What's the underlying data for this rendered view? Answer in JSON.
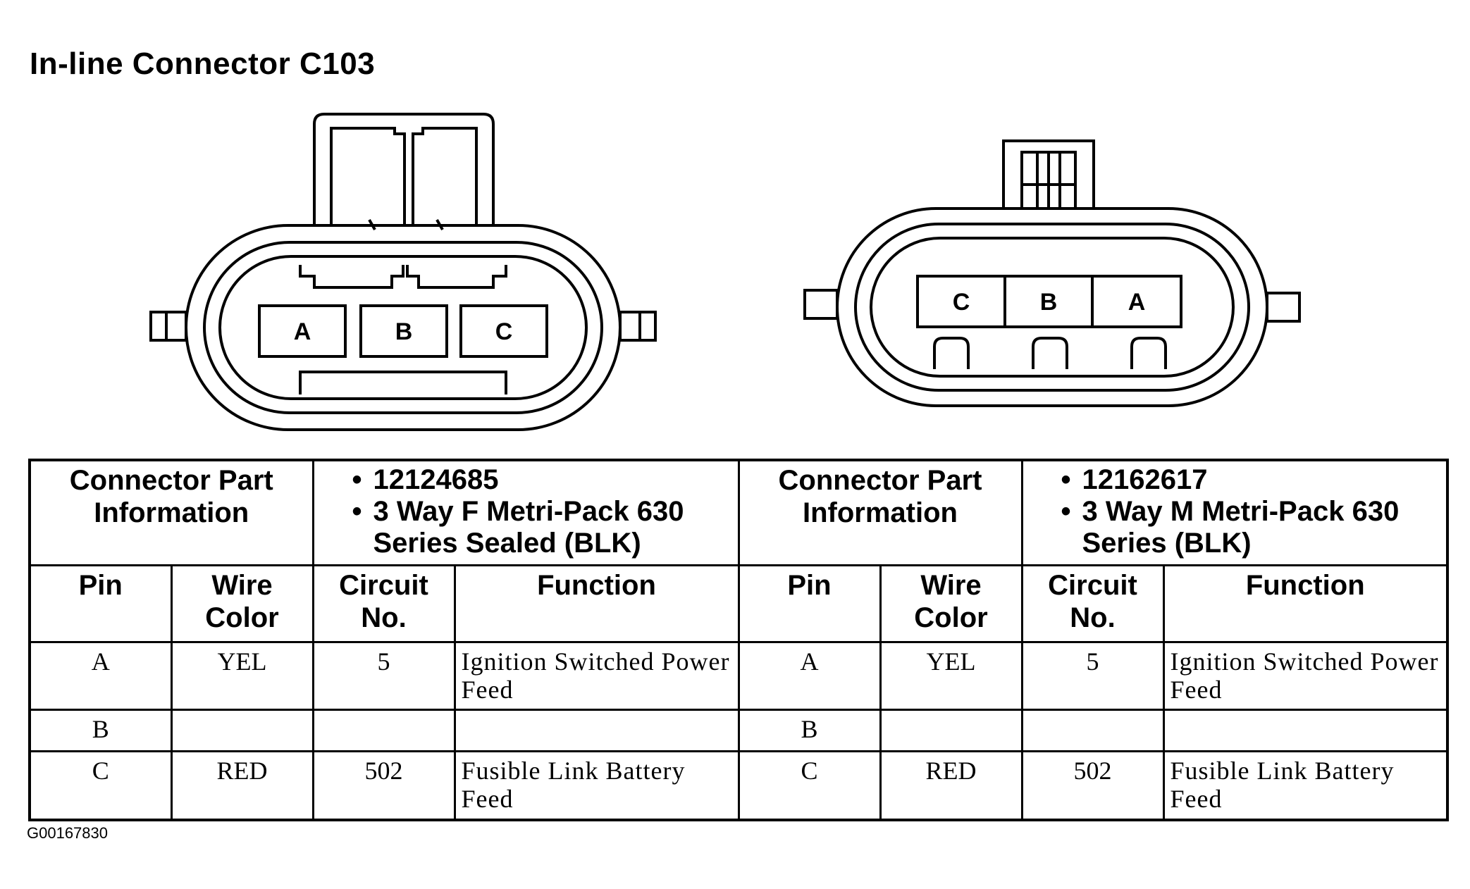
{
  "title": "In-line Connector C103",
  "figure_code": "G00167830",
  "connectors": [
    {
      "cavity_labels": [
        "A",
        "B",
        "C"
      ],
      "part_info_label": "Connector Part Information",
      "part_numbers": [
        "12124685",
        "3 Way F Metri-Pack 630 Series Sealed (BLK)"
      ],
      "columns": [
        "Pin",
        "Wire Color",
        "Circuit No.",
        "Function"
      ],
      "rows": [
        {
          "pin": "A",
          "wire": "YEL",
          "circuit": "5",
          "function": "Ignition Switched Power Feed"
        },
        {
          "pin": "B",
          "wire": "",
          "circuit": "",
          "function": ""
        },
        {
          "pin": "C",
          "wire": "RED",
          "circuit": "502",
          "function": "Fusible Link Battery Feed"
        }
      ]
    },
    {
      "cavity_labels": [
        "C",
        "B",
        "A"
      ],
      "part_info_label": "Connector Part Information",
      "part_numbers": [
        "12162617",
        "3 Way M Metri-Pack 630 Series (BLK)"
      ],
      "columns": [
        "Pin",
        "Wire Color",
        "Circuit No.",
        "Function"
      ],
      "rows": [
        {
          "pin": "A",
          "wire": "YEL",
          "circuit": "5",
          "function": "Ignition Switched Power Feed"
        },
        {
          "pin": "B",
          "wire": "",
          "circuit": "",
          "function": ""
        },
        {
          "pin": "C",
          "wire": "RED",
          "circuit": "502",
          "function": "Fusible Link Battery Feed"
        }
      ]
    }
  ]
}
